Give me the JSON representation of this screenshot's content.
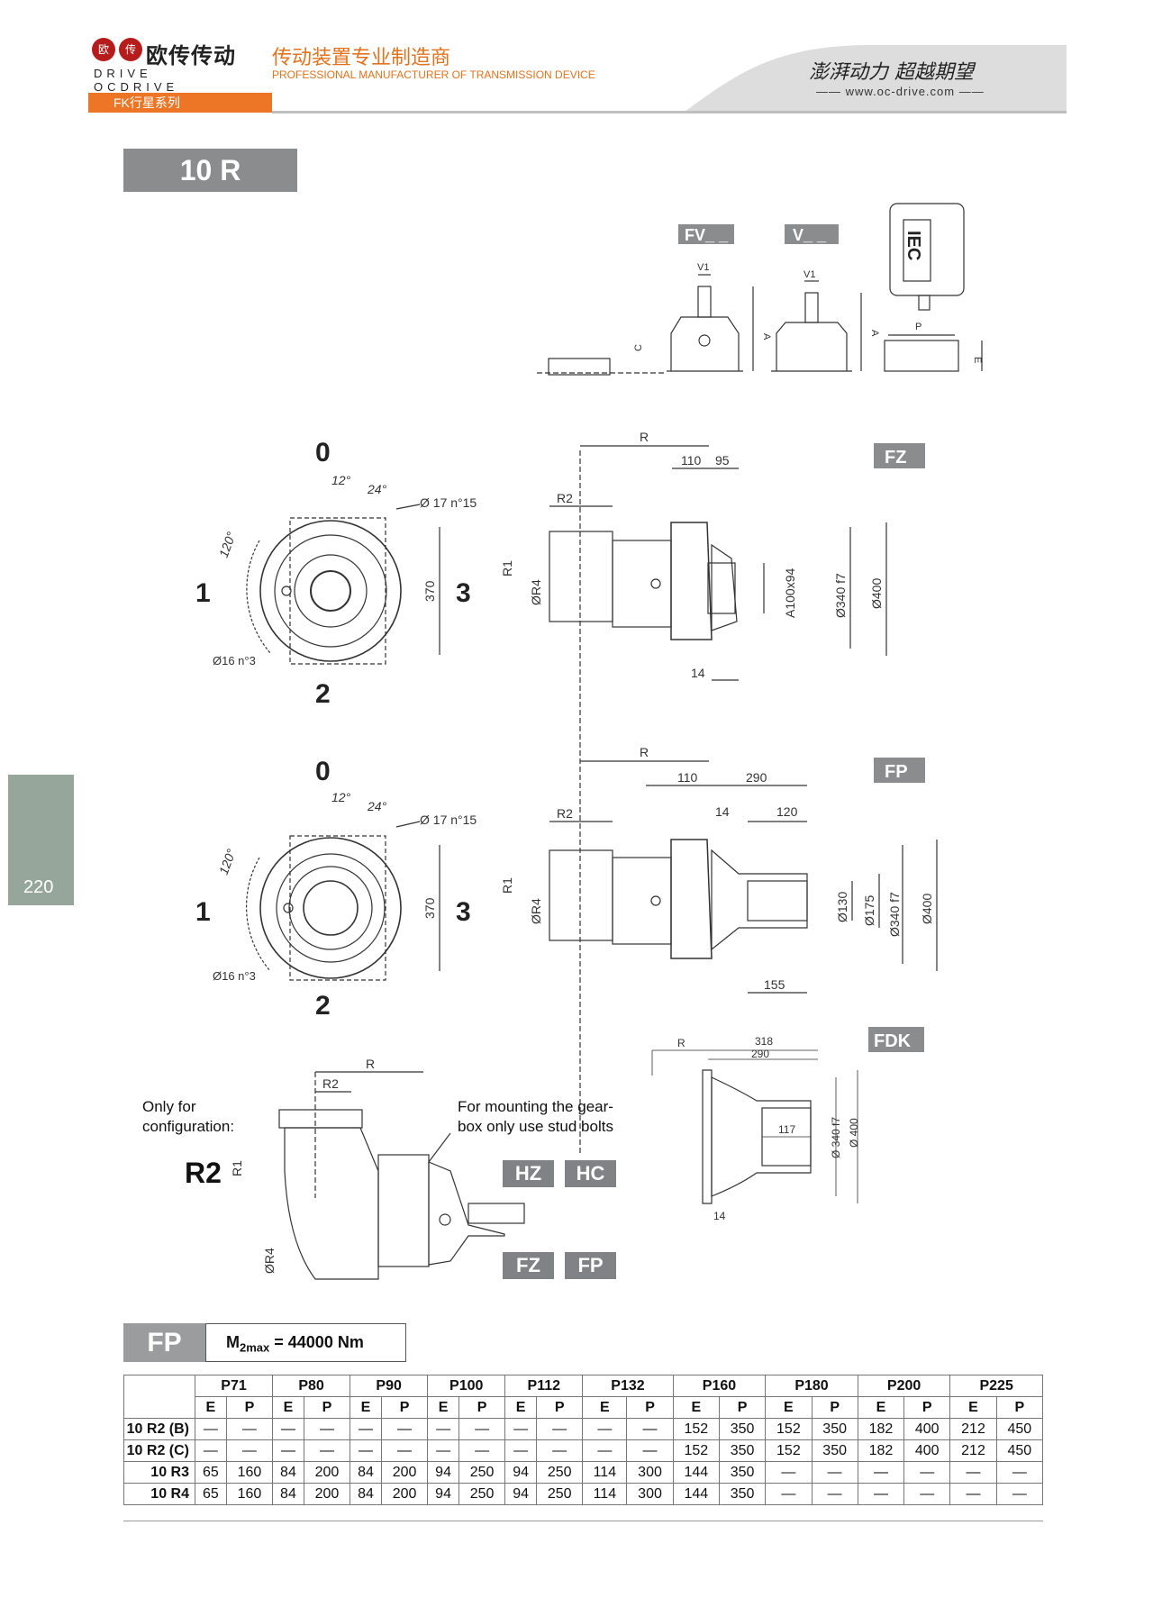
{
  "header": {
    "logo_mark_left": "欧",
    "logo_mark_right": "传",
    "logo_name_cn": "欧传传动",
    "logo_name_en": "DRIVE OCDRIVE",
    "tagline_cn": "传动装置专业制造商",
    "tagline_en": "PROFESSIONAL MANUFACTURER OF TRANSMISSION DEVICE",
    "slogan": "澎湃动力 超越期望",
    "website": "www.oc-drive.com",
    "series": "FK行星系列"
  },
  "model": "10 R",
  "page_number": "220",
  "motor_adapters": {
    "fv_label": "FV_ _",
    "v_label": "V_ _",
    "iec_label": "IEC",
    "dim_v1": "V1",
    "dim_a": "A",
    "dim_c": "C",
    "dim_p": "P",
    "dim_e": "E"
  },
  "fz_view": {
    "badge": "FZ",
    "pos_0": "0",
    "pos_1": "1",
    "pos_2": "2",
    "pos_3": "3",
    "angle_12": "12°",
    "angle_24": "24°",
    "angle_120": "120°",
    "holes_17": "Ø 17 n°15",
    "holes_16": "Ø16 n°3",
    "dim_370": "370",
    "dim_r": "R",
    "dim_r2": "R2",
    "dim_r1": "R1",
    "dim_r4": "ØR4",
    "dim_110": "110",
    "dim_95": "95",
    "dim_14": "14",
    "dim_spline": "A100x94",
    "dim_340": "Ø340 f7",
    "dim_400": "Ø400"
  },
  "fp_view": {
    "badge": "FP",
    "pos_0": "0",
    "pos_1": "1",
    "pos_2": "2",
    "pos_3": "3",
    "angle_12": "12°",
    "angle_24": "24°",
    "angle_120": "120°",
    "holes_17": "Ø 17 n°15",
    "holes_16": "Ø16 n°3",
    "dim_370": "370",
    "dim_r": "R",
    "dim_r2": "R2",
    "dim_r1": "R1",
    "dim_r4": "ØR4",
    "dim_110": "110",
    "dim_290": "290",
    "dim_14": "14",
    "dim_120": "120",
    "dim_155": "155",
    "dim_130": "Ø130",
    "dim_175": "Ø175",
    "dim_340": "Ø340 f7",
    "dim_400": "Ø400"
  },
  "fdk_view": {
    "badge": "FDK",
    "dim_r": "R",
    "dim_318": "318",
    "dim_290": "290",
    "dim_117": "117",
    "dim_14": "14",
    "dim_340": "Ø 340 f7",
    "dim_400": "Ø 400"
  },
  "r2_view": {
    "note_config": "Only for configuration:",
    "note_config_l1": "Only for",
    "note_config_l2": "configuration:",
    "config_label": "R2",
    "note_mount_l1": "For mounting the gear-",
    "note_mount_l2": "box only use stud bolts",
    "badges": [
      "HZ",
      "HC",
      "FZ",
      "FP"
    ],
    "dim_r": "R",
    "dim_r2": "R2",
    "dim_r1": "R1",
    "dim_r4": "ØR4"
  },
  "table": {
    "label": "FP",
    "torque_m": "M",
    "torque_sub": "2max",
    "torque_value": "= 44000 Nm",
    "motor_sizes": [
      "P71",
      "P80",
      "P90",
      "P100",
      "P112",
      "P132",
      "P160",
      "P180",
      "P200",
      "P225"
    ],
    "sub_headers": [
      "E",
      "P"
    ],
    "rows": [
      {
        "name": "10 R2 (B)",
        "values": [
          "—",
          "—",
          "—",
          "—",
          "—",
          "—",
          "—",
          "—",
          "—",
          "—",
          "—",
          "—",
          "152",
          "350",
          "152",
          "350",
          "182",
          "400",
          "212",
          "450"
        ]
      },
      {
        "name": "10 R2 (C)",
        "values": [
          "—",
          "—",
          "—",
          "—",
          "—",
          "—",
          "—",
          "—",
          "—",
          "—",
          "—",
          "—",
          "152",
          "350",
          "152",
          "350",
          "182",
          "400",
          "212",
          "450"
        ]
      },
      {
        "name": "10 R3",
        "values": [
          "65",
          "160",
          "84",
          "200",
          "84",
          "200",
          "94",
          "250",
          "94",
          "250",
          "114",
          "300",
          "144",
          "350",
          "—",
          "—",
          "—",
          "—",
          "—",
          "—"
        ]
      },
      {
        "name": "10 R4",
        "values": [
          "65",
          "160",
          "84",
          "200",
          "84",
          "200",
          "94",
          "250",
          "94",
          "250",
          "114",
          "300",
          "144",
          "350",
          "—",
          "—",
          "—",
          "—",
          "—",
          "—"
        ]
      }
    ]
  }
}
